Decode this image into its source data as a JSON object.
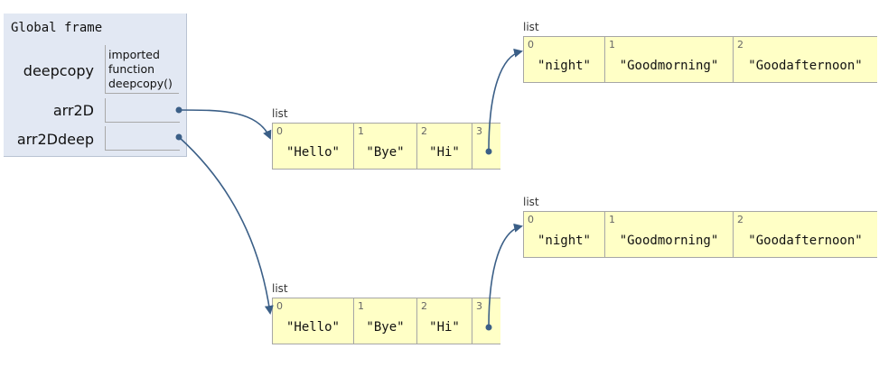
{
  "frame": {
    "title": "Global frame",
    "variables": [
      {
        "name": "deepcopy",
        "value_lines": [
          "imported",
          "function",
          "deepcopy()"
        ]
      },
      {
        "name": "arr2D",
        "value": "pointer"
      },
      {
        "name": "arr2Ddeep",
        "value": "pointer"
      }
    ]
  },
  "lists": [
    {
      "caption": "list",
      "items": [
        {
          "index": "0",
          "value": "\"Hello\""
        },
        {
          "index": "1",
          "value": "\"Bye\""
        },
        {
          "index": "2",
          "value": "\"Hi\""
        },
        {
          "index": "3",
          "value": ""
        }
      ]
    },
    {
      "caption": "list",
      "items": [
        {
          "index": "0",
          "value": "\"night\""
        },
        {
          "index": "1",
          "value": "\"Goodmorning\""
        },
        {
          "index": "2",
          "value": "\"Goodafternoon\""
        }
      ]
    },
    {
      "caption": "list",
      "items": [
        {
          "index": "0",
          "value": "\"Hello\""
        },
        {
          "index": "1",
          "value": "\"Bye\""
        },
        {
          "index": "2",
          "value": "\"Hi\""
        },
        {
          "index": "3",
          "value": ""
        }
      ]
    },
    {
      "caption": "list",
      "items": [
        {
          "index": "0",
          "value": "\"night\""
        },
        {
          "index": "1",
          "value": "\"Goodmorning\""
        },
        {
          "index": "2",
          "value": "\"Goodafternoon\""
        }
      ]
    }
  ],
  "colors": {
    "frame_bg": "#e2e8f3",
    "list_bg": "#ffffc6",
    "arrow": "#3b5f87"
  }
}
